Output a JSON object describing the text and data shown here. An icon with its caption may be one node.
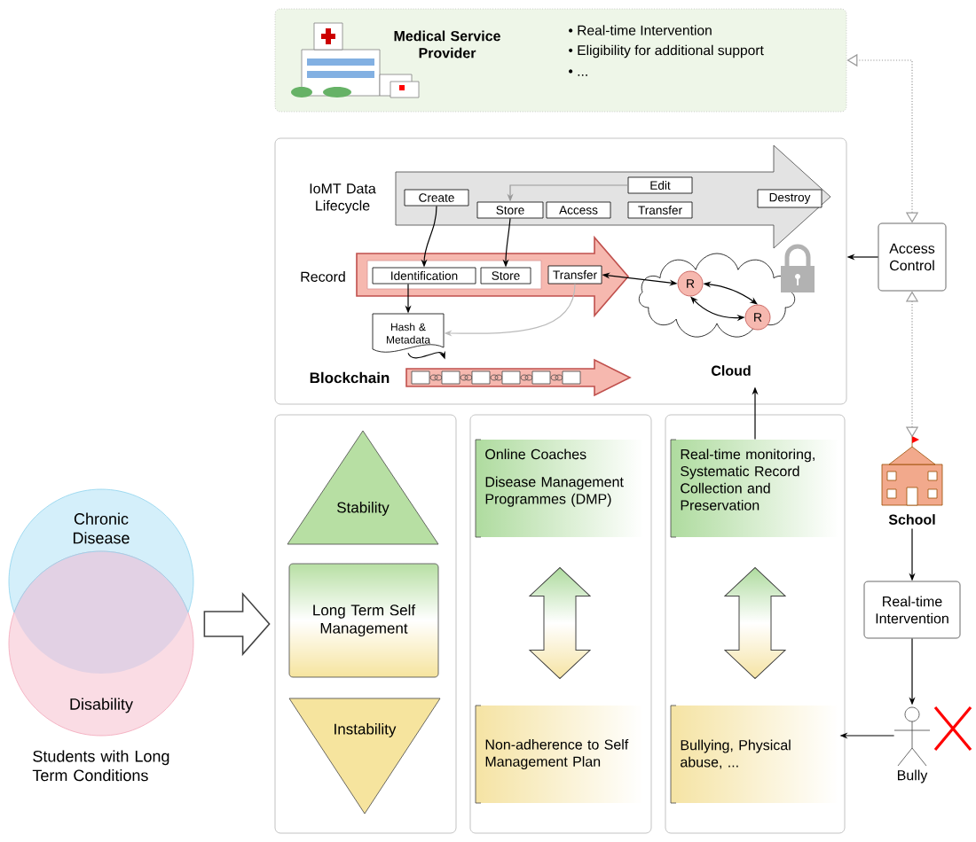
{
  "diagram": {
    "nodes": [
      {
        "text": [
          "Medical Service Provider",
          "• Real-time Intervention",
          "• Eligibility for additional support",
          "• ..."
        ]
      },
      {
        "text": [],
        "shape": "box"
      },
      {
        "text": [
          "IoMT Data Lifecycle"
        ],
        "in": 1
      },
      {
        "text": [
          "Create"
        ],
        "in": 2
      },
      {
        "text": [
          "Store"
        ],
        "in": 2
      },
      {
        "text": [
          "Access"
        ],
        "in": 2
      },
      {
        "text": [
          "Edit"
        ],
        "in": 2
      },
      {
        "text": [
          "Transfer"
        ],
        "in": 2
      },
      {
        "text": [
          "Destroy"
        ],
        "in": 2
      },
      {
        "text": [
          "Record"
        ],
        "in": 1
      },
      {
        "text": [
          "Identification"
        ],
        "in": 9
      },
      {
        "text": [
          "Store"
        ],
        "in": 9
      },
      {
        "text": [
          "Transfer"
        ],
        "in": 9
      },
      {
        "text": [
          "Hash & Metadata"
        ],
        "in": 1
      },
      {
        "text": [
          "Blockchain"
        ],
        "in": 1
      },
      {
        "text": [
          "Cloud"
        ],
        "in": 1
      },
      {
        "text": [
          "R"
        ],
        "in": 15
      },
      {
        "text": [
          "R"
        ],
        "in": 15
      },
      {
        "text": [
          "Access Control"
        ]
      },
      {
        "text": [
          "School"
        ]
      },
      {
        "text": [
          "Real-time Intervention"
        ]
      },
      {
        "text": [
          "Bully"
        ]
      },
      {
        "text": [
          "Chronic Disease"
        ]
      },
      {
        "text": [
          "Disability"
        ],
        "beside": [
          "Students with Long Term Conditions"
        ]
      },
      {
        "text": [],
        "shape": "box"
      },
      {
        "text": [
          "Stability"
        ],
        "in": 24
      },
      {
        "text": [
          "Long Term Self Management"
        ],
        "in": 24
      },
      {
        "text": [
          "Instability"
        ],
        "in": 24
      },
      {
        "text": [],
        "shape": "box"
      },
      {
        "text": [
          "Online Coaches",
          "Disease Management Programmes (DMP)"
        ],
        "in": 28
      },
      {
        "text": [
          "Non-adherence to Self Management Plan"
        ],
        "in": 28
      },
      {
        "text": [],
        "shape": "box"
      },
      {
        "text": [
          "Real-time monitoring, Systematic Record Collection and Preservation"
        ],
        "in": 31
      },
      {
        "text": [
          "Bullying, Physical abuse, ..."
        ],
        "in": 31
      }
    ],
    "edges": [
      {
        "from": 22,
        "to": 24,
        "arrow": "to"
      },
      {
        "from": 3,
        "to": 10,
        "arrow": "to"
      },
      {
        "from": 4,
        "to": 11,
        "arrow": "to"
      },
      {
        "from": 6,
        "to": 4,
        "arrow": "to",
        "color": "#999999"
      },
      {
        "from": 10,
        "to": 13,
        "arrow": "to"
      },
      {
        "from": 12,
        "to": 13,
        "arrow": "to",
        "color": "#bbbbbb"
      },
      {
        "from": 13,
        "to": 14,
        "arrow": "to"
      },
      {
        "from": 12,
        "to": 16,
        "arrow": "both"
      },
      {
        "from": 16,
        "to": 17,
        "arrow": "both"
      },
      {
        "from": 16,
        "to": 17,
        "arrow": "both"
      },
      {
        "from": 32,
        "to": 15,
        "arrow": "to"
      },
      {
        "from": 18,
        "to": 1,
        "arrow": "to"
      },
      {
        "from": 18,
        "to": 0,
        "arrow": "both",
        "style": "dashed",
        "color": "#999999"
      },
      {
        "from": 19,
        "to": 18,
        "arrow": "both",
        "style": "dashed",
        "color": "#999999"
      },
      {
        "from": 19,
        "to": 20,
        "arrow": "to"
      },
      {
        "from": 20,
        "to": 21,
        "arrow": "to"
      },
      {
        "from": 21,
        "to": 33,
        "arrow": "to"
      },
      {
        "from": 29,
        "to": 30,
        "arrow": "both"
      },
      {
        "from": 32,
        "to": 33,
        "arrow": "both"
      }
    ]
  }
}
